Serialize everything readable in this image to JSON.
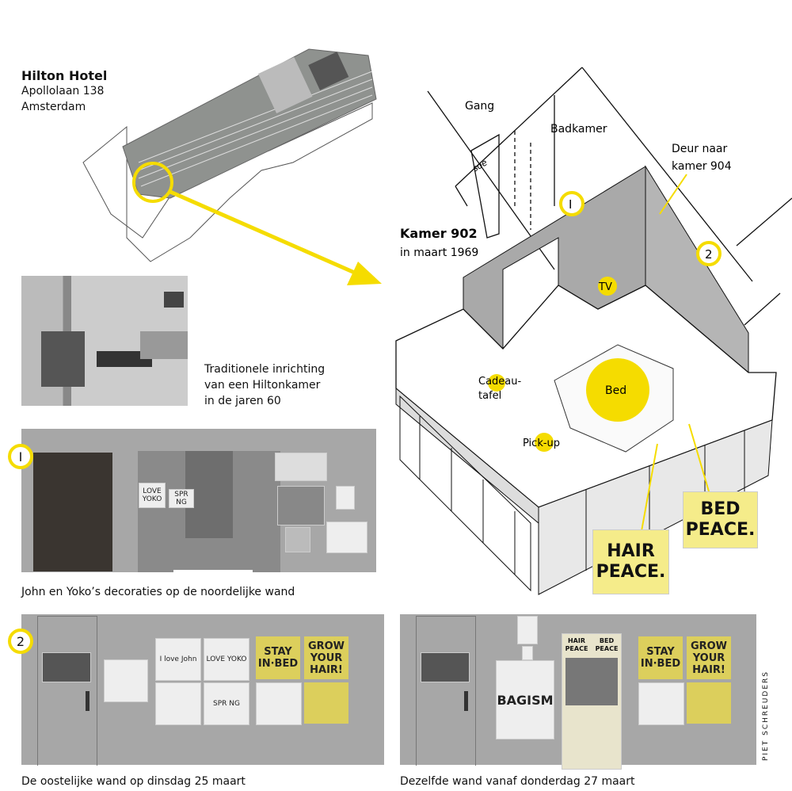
{
  "hotel": {
    "name": "Hilton Hotel",
    "address": "Apollolaan 138",
    "city": "Amsterdam"
  },
  "room": {
    "title": "Kamer 902",
    "subtitle": "in maart 1969"
  },
  "room_labels": {
    "gang": "Gang",
    "badkamer": "Badkamer",
    "deur_line1": "Deur naar",
    "deur_line2": "kamer 904",
    "tv": "TV",
    "bed": "Bed",
    "cadeau_line1": "Cadeau-",
    "cadeau_line2": "tafel",
    "pickup": "Pick-up",
    "door_sign": "soe"
  },
  "markers": {
    "one": "I",
    "two": "2"
  },
  "photo_caption": [
    "Traditionele inrichting",
    "van een Hiltonkamer",
    "in de jaren 60"
  ],
  "signs": {
    "hair_peace": [
      "HAIR",
      "PEACE."
    ],
    "bed_peace": [
      "BED",
      "PEACE."
    ]
  },
  "panel1": {
    "caption": "John en Yoko’s decoraties op de noordelijke wand",
    "cards": [
      "LOVE YOKO",
      "SPR NG"
    ]
  },
  "panel2": {
    "caption": "De oostelijke wand op dinsdag 25 maart",
    "cards": [
      "I love John",
      "LOVE YOKO",
      "SPR NG",
      "STAY IN·BED",
      "GROW YOUR HAIR!"
    ]
  },
  "panel3": {
    "caption": "Dezelfde wand vanaf donderdag 27 maart",
    "cards": [
      "BAGISM",
      "HAIR PEACE",
      "BED PEACE",
      "STAY IN·BED",
      "GROW YOUR HAIR!"
    ]
  },
  "credit": "PIET SCHREUDERS",
  "colors": {
    "accent": "#f5dc00",
    "wall": "#a7a7a7"
  }
}
